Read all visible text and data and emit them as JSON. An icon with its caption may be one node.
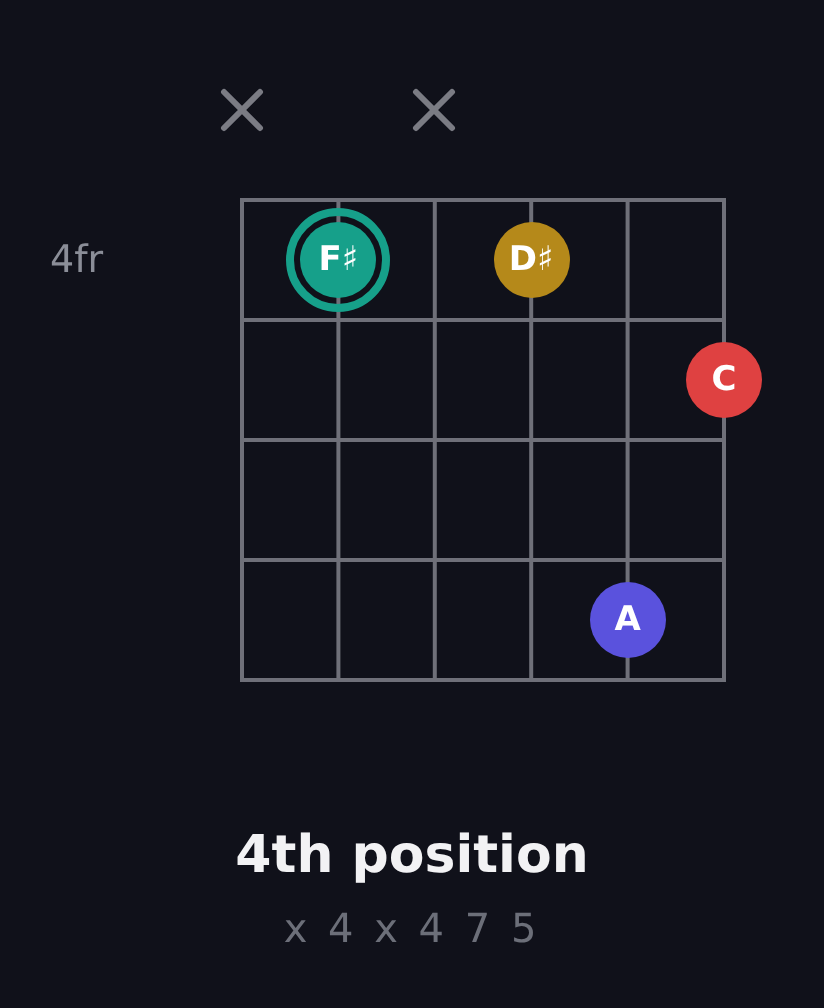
{
  "diagram": {
    "title": "4th position",
    "caption": "x 4 x 4 7 5",
    "nodes": [
      {
        "text": [
          "F♯"
        ]
      },
      {
        "text": [
          "D♯"
        ]
      },
      {
        "text": [
          "C"
        ]
      },
      {
        "text": [
          "A"
        ]
      }
    ],
    "labels": [
      "4fr"
    ]
  }
}
